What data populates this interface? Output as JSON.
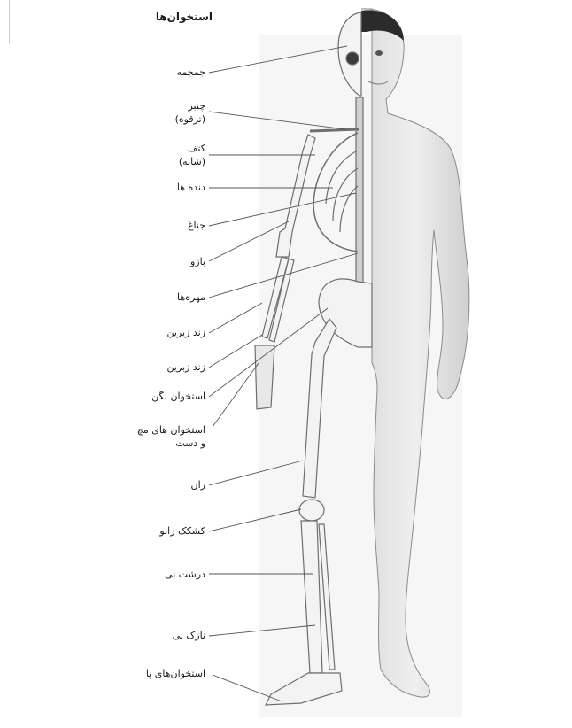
{
  "title": "استخوان‌ها",
  "labels": {
    "skull": "جمجمه",
    "collarbone": "چنبر",
    "collarbone_alt": "(ترقوه)",
    "shoulder": "کتف",
    "shoulder_alt": "(شانه)",
    "ribs": "دنده ها",
    "sternum": "جناغ",
    "humerus": "بازو",
    "vertebrae": "مهره‌ها",
    "ulna": "زند زیرین",
    "radius": "زند زبرین",
    "pelvis": "استخوان لگن",
    "wrist_hand": "استخوان های مچ",
    "wrist_hand_2": "و دست",
    "femur": "ران",
    "kneecap": "کشکک زانو",
    "tibia": "درشت نی",
    "fibula": "نازک نی",
    "foot": "استخوان‌های پا"
  }
}
